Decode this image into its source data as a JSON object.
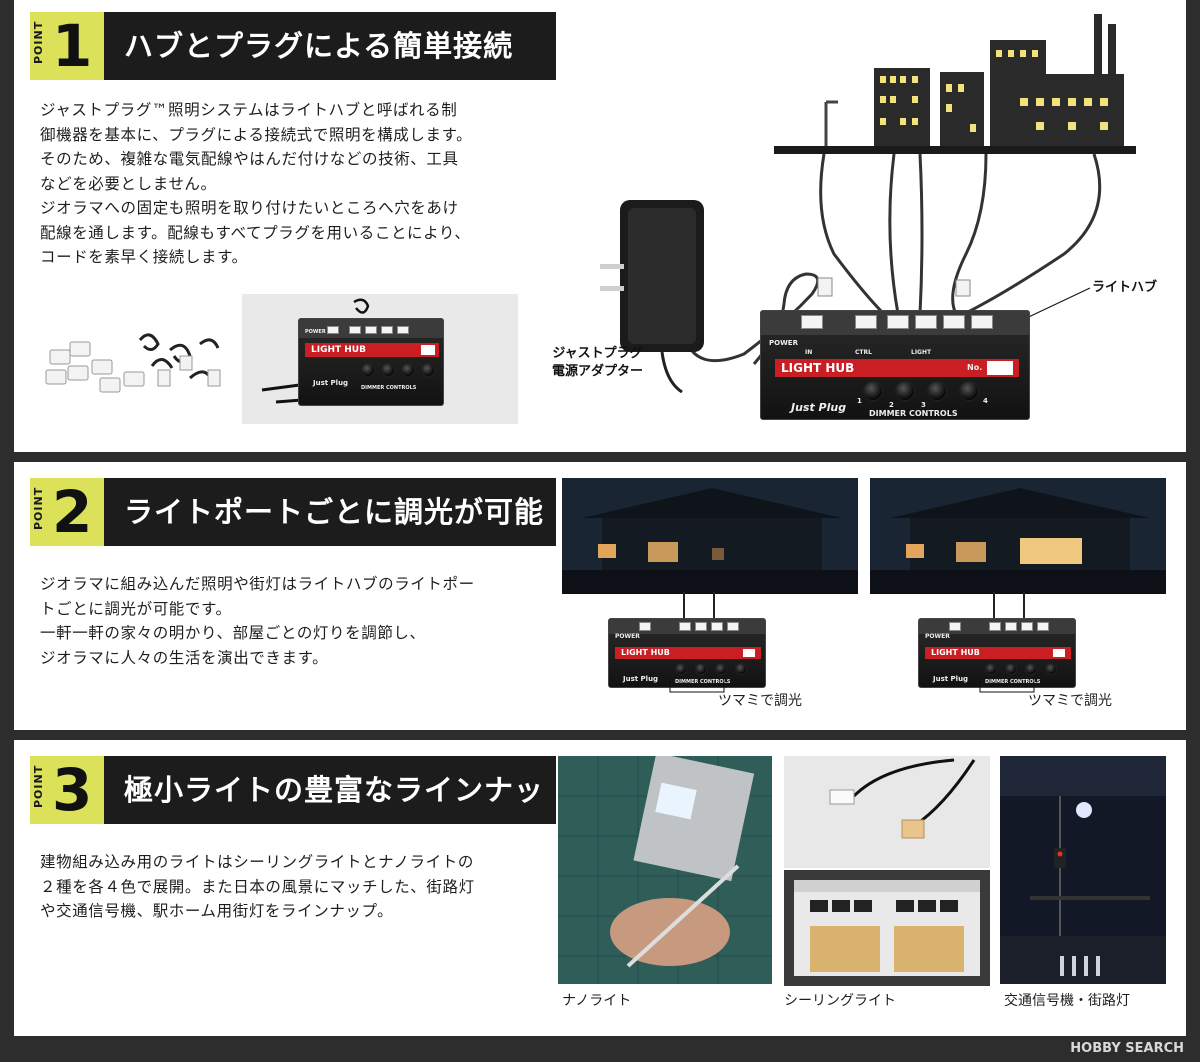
{
  "points": [
    {
      "word": "POINT",
      "number": "1",
      "title": "ハブとプラグによる簡単接続",
      "lines": [
        "ジャストプラグ™照明システムはライトハブと呼ばれる制",
        "御機器を基本に、プラグによる接続式で照明を構成します。",
        "そのため、複雑な電気配線やはんだ付けなどの技術、工具",
        "などを必要としません。",
        "ジオラマへの固定も照明を取り付けたいところへ穴をあけ",
        "配線を通します。配線もすべてプラグを用いることにより、",
        "コードを素早く接続します。"
      ],
      "adapter_label_line1": "ジャストプラグ",
      "adapter_label_line2": "電源アダプター",
      "hub_label": "ライトハブ"
    },
    {
      "word": "POINT",
      "number": "2",
      "title": "ライトポートごとに調光が可能",
      "lines": [
        "ジオラマに組み込んだ照明や街灯はライトハブのライトポー",
        "トごとに調光が可能です。",
        "一軒一軒の家々の明かり、部屋ごとの灯りを調節し、",
        "ジオラマに人々の生活を演出できます。"
      ],
      "knob_caption_left": "ツマミで調光",
      "knob_caption_right": "ツマミで調光"
    },
    {
      "word": "POINT",
      "number": "3",
      "title": "極小ライトの豊富なラインナップ",
      "lines": [
        "建物組み込み用のライトはシーリングライトとナノライトの",
        "２種を各４色で展開。また日本の風景にマッチした、街路灯",
        "や交通信号機、駅ホーム用街灯をラインナップ。"
      ],
      "captions": [
        "ナノライト",
        "シーリングライト",
        "交通信号機・街路灯"
      ]
    }
  ],
  "hub": {
    "power": "POWER",
    "in": "IN",
    "ctrl": "CTRL",
    "light": "LIGHT",
    "name": "LIGHT HUB",
    "no": "No.",
    "brand": "Just Plug",
    "dimmer": "DIMMER CONTROLS",
    "knob_numbers": [
      "1",
      "2",
      "3",
      "4"
    ]
  },
  "watermark": "HOBBY SEARCH",
  "colors": {
    "accent_yellow": "#dbe25a",
    "title_bar": "#1c1c1c",
    "hub_red": "#c81e24",
    "background": "#2d2d2d"
  }
}
